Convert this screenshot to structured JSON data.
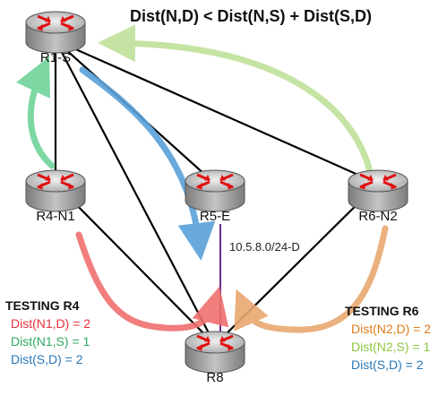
{
  "title": "Dist(N,D) < Dist(N,S) + Dist(S,D)",
  "routers": {
    "r1": "R1-S",
    "r4": "R4-N1",
    "r5": "R5-E",
    "r6": "R6-N2",
    "r8": "R8"
  },
  "subnet_label": "10.5.8.0/24-D",
  "testing_r4": {
    "title": "TESTING R4",
    "lines": [
      {
        "text": "Dist(N1,D) = 2",
        "color": "#e8323a"
      },
      {
        "text": "Dist(N1,S) = 1",
        "color": "#2ea862"
      },
      {
        "text": "Dist(S,D) = 2",
        "color": "#2a78b8"
      }
    ]
  },
  "testing_r6": {
    "title": "TESTING R6",
    "lines": [
      {
        "text": "Dist(N2,D) = 2",
        "color": "#e07b1a"
      },
      {
        "text": "Dist(N2,S) = 1",
        "color": "#8dc63f"
      },
      {
        "text": "Dist(S,D) = 2",
        "color": "#2a78b8"
      }
    ]
  },
  "colors": {
    "link": "#000000",
    "subnet_link": "#6a2c8c",
    "arrow_red": "#f07070",
    "arrow_green": "#6fd39a",
    "arrow_blue": "#5aa0d8",
    "arrow_lightgreen": "#bfe29a",
    "arrow_orange": "#e8a870",
    "router_body": "#9a9a9a",
    "router_top": "#cfcfcf",
    "router_arrow": "#e01010"
  },
  "icons": [
    "router-icon"
  ]
}
